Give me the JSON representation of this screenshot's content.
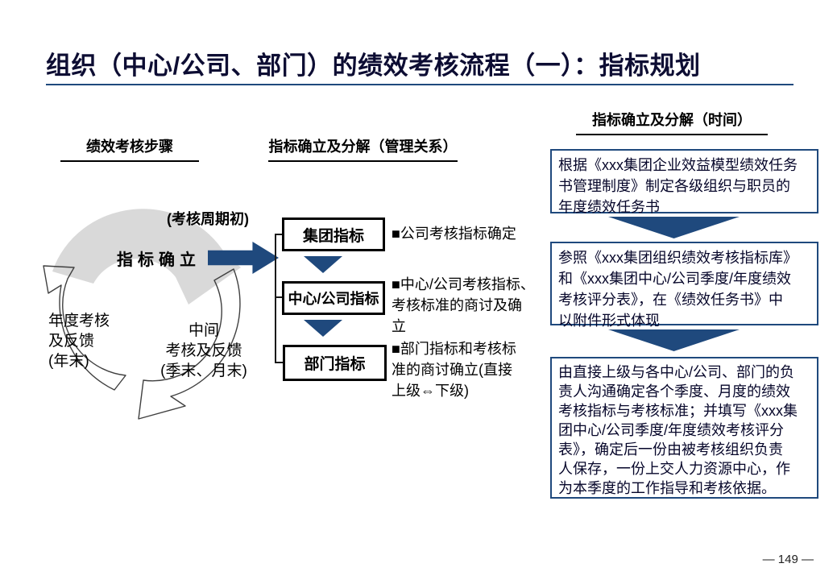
{
  "title": "组织（中心/公司、部门）的绩效考核流程（一）：指标规划",
  "page_number": "— 149 —",
  "colors": {
    "navy": "#1F497D",
    "gray_arrow": "#D9D9D9",
    "title_text": "#0d0d33"
  },
  "headers": {
    "steps": "绩效考核步骤",
    "relation": "指标确立及分解（管理关系）",
    "time": "指标确立及分解（时间）"
  },
  "cycle": {
    "period_label": "(考核周期初)",
    "main_step": "指标确立",
    "annual_label": "年度考核\n 及反馈\n(年末)",
    "interim_label": "中间\n考核及反馈\n(季末、月末)"
  },
  "levels": {
    "boxes": [
      {
        "label": "集团指标"
      },
      {
        "label": "中心/公司指标"
      },
      {
        "label": "部门指标"
      }
    ],
    "bullets": [
      "■公司考核指标确定",
      "■中心/公司考核指标、\n考核标准的商讨及确\n立",
      "■部门指标和考核标\n准的商讨确立(直接\n上级⇔下级)"
    ]
  },
  "timeline": {
    "boxes": [
      "根据《xxx集团企业效益模型绩效任务\n书管理制度》制定各级组织与职员的\n年度绩效任务书",
      "参照《xxx集团组织绩效考核指标库》\n和《xxx集团中心/公司季度/年度绩效\n考核评分表》，在《绩效任务书》中\n以附件形式体现",
      "由直接上级与各中心/公司、部门的负\n责人沟通确定各个季度、月度的绩效\n考核指标与考核标准；并填写《xxx集\n团中心/公司季度/年度绩效考核评分\n表》，确定后一份由被考核组织负责\n人保存，一份上交人力资源中心，作\n为本季度的工作指导和考核依据。"
    ]
  }
}
